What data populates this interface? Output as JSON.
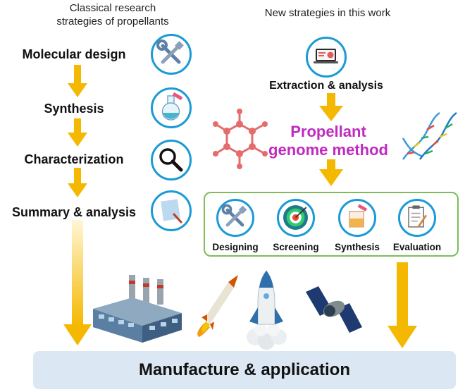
{
  "headers": {
    "left_line1": "Classical research",
    "left_line2": "strategies of propellants",
    "right": "New strategies in this work"
  },
  "classical_steps": [
    {
      "label": "Molecular design",
      "icon": "tools-icon"
    },
    {
      "label": "Synthesis",
      "icon": "flask-icon"
    },
    {
      "label": "Characterization",
      "icon": "magnifier-icon"
    },
    {
      "label": "Summary & analysis",
      "icon": "document-icon"
    }
  ],
  "new_strategy": {
    "extraction_label": "Extraction & analysis",
    "extraction_icon": "laptop-chart-icon",
    "center_line1": "Propellant",
    "center_line2": "genome method",
    "methods": [
      {
        "label": "Designing",
        "icon": "tools-icon"
      },
      {
        "label": "Screening",
        "icon": "target-icon"
      },
      {
        "label": "Synthesis",
        "icon": "flask-icon"
      },
      {
        "label": "Evaluation",
        "icon": "clipboard-icon"
      }
    ]
  },
  "applications": [
    "factory-icon",
    "missile-icon",
    "space-shuttle-icon",
    "satellite-icon"
  ],
  "bottom_label": "Manufacture & application",
  "colors": {
    "arrow": "#f5b800",
    "circle_border": "#1a9ad6",
    "accent_text": "#c02ac0",
    "method_box": "#7cbd5a",
    "bottom_bar": "#dbe7f2",
    "molecule": "#e46c6c"
  }
}
